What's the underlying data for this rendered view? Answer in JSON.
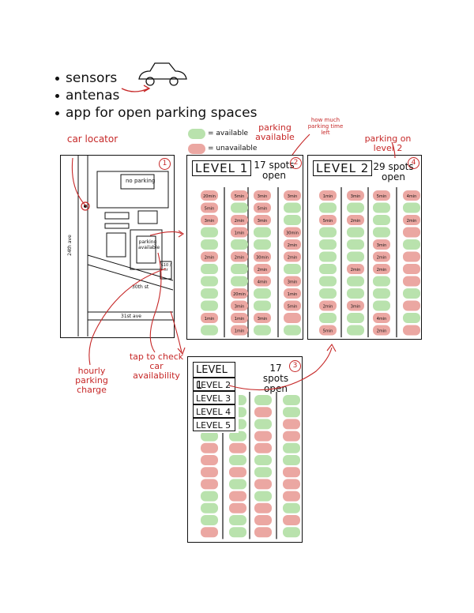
{
  "bullets": [
    "sensors",
    "antenas",
    "app for open parking spaces"
  ],
  "legend": {
    "available": "= available",
    "unavailable": "= unavailable",
    "available_color": "#b9e2ad",
    "unavailable_color": "#eba7a2"
  },
  "annotations": {
    "car_locator": "car locator",
    "parking_available": "parking available",
    "time_left": "how much parking time left",
    "parking_level2": "parking on level 2",
    "hourly_charge": "hourly parking charge",
    "tap_check": "tap to check car availability"
  },
  "map": {
    "no_parking": "no parking",
    "parking_available": "parking available",
    "price": "$10 / hr",
    "street_24th": "24th ave",
    "street_30th": "30th st",
    "street_31st": "31st ave",
    "number": "1"
  },
  "level1": {
    "title": "LEVEL 1",
    "spots_line1": "17 spots",
    "spots_line2": "open",
    "number": "2",
    "time_labels": [
      "20min",
      "5min",
      "3min",
      "2min",
      "1min",
      "5min",
      "2min",
      "1min",
      "2min",
      "20min",
      "3min",
      "1min",
      "1min",
      "3min",
      "5min",
      "3min",
      "30min",
      "2min",
      "4min",
      "3min",
      "3min",
      "30min",
      "2min",
      "2min",
      "3min",
      "1min",
      "5min"
    ]
  },
  "level2": {
    "title": "LEVEL 2",
    "spots_line1": "29 spots",
    "spots_line2": "open",
    "number": "4",
    "time_labels": [
      "1min",
      "5min",
      "2min",
      "5min",
      "3min",
      "2min",
      "2min",
      "3min",
      "5min",
      "3min",
      "2min",
      "2min",
      "4min",
      "2min",
      "4min",
      "2min"
    ]
  },
  "level_menu": {
    "title": "LEVEL 1",
    "spots_line1": "17 spots",
    "spots_line2": "open",
    "number": "3",
    "items": [
      "LEVEL 2",
      "LEVEL 3",
      "LEVEL 4",
      "LEVEL 5"
    ]
  }
}
